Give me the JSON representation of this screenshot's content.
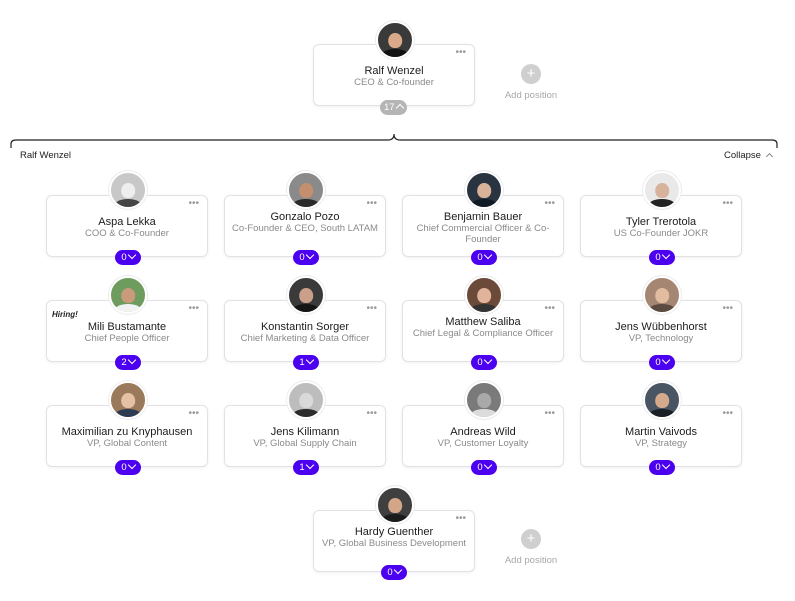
{
  "ceo": {
    "name": "Ralf Wenzel",
    "title": "CEO & Co-founder",
    "count": "17"
  },
  "add_position_label": "Add position",
  "group": {
    "label": "Ralf Wenzel",
    "collapse": "Collapse"
  },
  "reports": [
    {
      "name": "Aspa Lekka",
      "title": "COO & Co-Founder",
      "count": "0"
    },
    {
      "name": "Gonzalo Pozo",
      "title": "Co-Founder & CEO, South LATAM",
      "count": "0"
    },
    {
      "name": "Benjamin Bauer",
      "title": "Chief Commercial Officer & Co-Founder",
      "count": "0"
    },
    {
      "name": "Tyler Trerotola",
      "title": "US Co-Founder JOKR",
      "count": "0"
    },
    {
      "name": "Mili Bustamante",
      "title": "Chief People Officer",
      "count": "2",
      "badge": "Hiring!"
    },
    {
      "name": "Konstantin Sorger",
      "title": "Chief Marketing & Data Officer",
      "count": "1"
    },
    {
      "name": "Matthew Saliba",
      "title": "Chief Legal & Compliance Officer",
      "count": "0"
    },
    {
      "name": "Jens Wübbenhorst",
      "title": "VP, Technology",
      "count": "0"
    },
    {
      "name": "Maximilian zu Knyphausen",
      "title": "VP, Global Content",
      "count": "0"
    },
    {
      "name": "Jens Kilimann",
      "title": "VP, Global Supply Chain",
      "count": "1"
    },
    {
      "name": "Andreas Wild",
      "title": "VP, Customer Loyalty",
      "count": "0"
    },
    {
      "name": "Martin Vaivods",
      "title": "VP, Strategy",
      "count": "0"
    },
    {
      "name": "Hardy Guenther",
      "title": "VP, Global Business Development",
      "count": "0"
    }
  ],
  "icons": {
    "more": "more-dots-icon",
    "chevron": "chevron-down-icon",
    "add": "plus-icon"
  },
  "colors": {
    "accent": "#4b00f0",
    "pill_collapsed": "#b5b5b5"
  }
}
